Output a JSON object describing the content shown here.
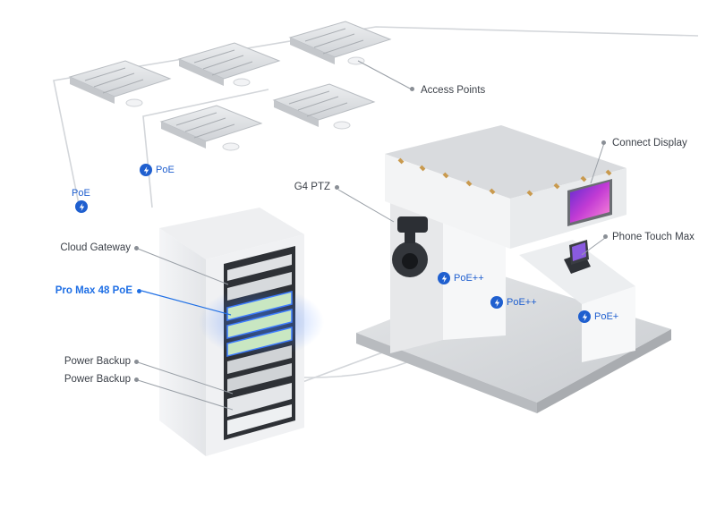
{
  "labels": {
    "access_points": "Access Points",
    "connect_display": "Connect Display",
    "g4_ptz": "G4 PTZ",
    "phone_touch_max": "Phone Touch Max",
    "cloud_gateway": "Cloud Gateway",
    "pro_max_48_poe": "Pro Max 48 PoE",
    "power_backup_1": "Power Backup",
    "power_backup_2": "Power Backup"
  },
  "power_tags": {
    "poe_upper": "PoE",
    "poe_left": "PoE",
    "poe_pp_camera": "PoE++",
    "poe_pp_display": "PoE++",
    "poe_plus_phone": "PoE+"
  },
  "colors": {
    "accent": "#1f6fe5",
    "badge": "#1f5fcf",
    "label_text": "#3a3f47",
    "switch_glow": "#3d7cff"
  }
}
